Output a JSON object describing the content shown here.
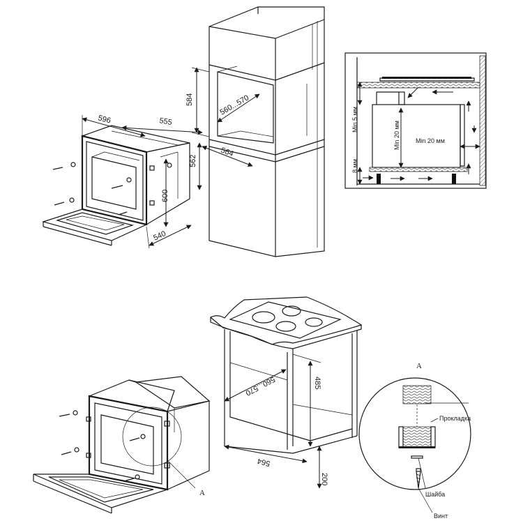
{
  "top_diagram": {
    "dims": {
      "width_596": "596",
      "depth_555": "555",
      "height_584": "584",
      "niche_560_570": "560...570",
      "niche_564": "564",
      "niche_562": "562",
      "oven_600": "600",
      "oven_540": "540"
    }
  },
  "ventilation_detail": {
    "min5": "Min 5 мм",
    "min20_vertical": "Min 20 мм",
    "min20_horizontal": "Min 20 мм",
    "gap8": "8 мм"
  },
  "bottom_diagram": {
    "dims": {
      "niche_560_570": "560...570",
      "niche_485": "485",
      "niche_564": "564",
      "gap_200": "200"
    },
    "callout_label": "A"
  },
  "detail_a": {
    "title": "A",
    "gasket": "Прокладка",
    "washer": "Шайба",
    "screw": "Винт"
  }
}
